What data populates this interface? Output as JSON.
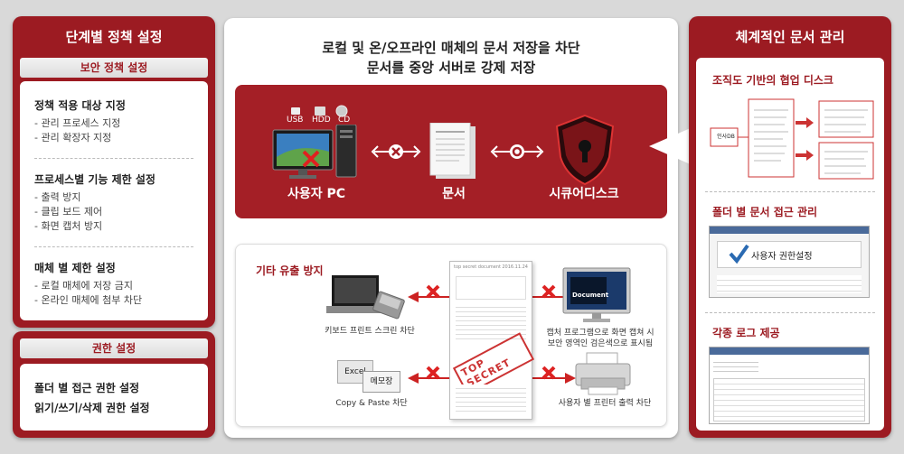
{
  "left": {
    "title": "단계별 정책 설정",
    "security_bar": "보안 정책 설정",
    "groups": [
      {
        "head": "정책 적용 대상 지정",
        "items": [
          "- 관리 프로세스 지정",
          "- 관리 확장자 지정"
        ]
      },
      {
        "head": "프로세스별 기능 제한 설정",
        "items": [
          "- 출력 방지",
          "- 클립 보드 제어",
          "- 화면 캡처 방지"
        ]
      },
      {
        "head": "매체 별 제한 설정",
        "items": [
          "- 로컬 매체에 저장 금지",
          "- 온라인 매체에 첨부 차단"
        ]
      }
    ],
    "perm_bar": "권한 설정",
    "perm_items": [
      "폴더 별 접근 권한 설정",
      "읽기/쓰기/삭제 권한 설정"
    ]
  },
  "center": {
    "headline1": "로컬 및 온/오프라인 매체의 문서 저장을 차단",
    "headline2": "문서를 중앙 서버로 강제 저장",
    "media": {
      "usb": "USB",
      "hdd": "HDD",
      "cd": "CD"
    },
    "nodes": {
      "pc": "사용자 PC",
      "doc": "문서",
      "disk": "시큐어디스크"
    },
    "lower_title": "기타 유출 방지",
    "doc_header_left": "top secret document",
    "doc_header_right": "2016.11.24",
    "stamp": "TOP SECRET",
    "excel_label": "Excel",
    "memo_label": "메모장",
    "document_label": "Document",
    "captions": {
      "keyboard": "키보드 프린트 스크린 차단",
      "copy": "Copy & Paste 차단",
      "capture1": "캡처 프로그램으로 화면 캡쳐 시",
      "capture2": "보안 영역인 검은색으로 표시됨",
      "printer": "사용자 별 프린터 출력 차단"
    }
  },
  "right": {
    "title": "체계적인 문서 관리",
    "sections": [
      "조직도 기반의 협업 디스크",
      "폴더 별 문서 접근 관리",
      "각종 로그 제공"
    ],
    "org_root": "인사DB",
    "perm_check_label": "사용자 권한설정"
  },
  "colors": {
    "brand_red": "#9c1b22",
    "band_red": "#a41f26"
  }
}
